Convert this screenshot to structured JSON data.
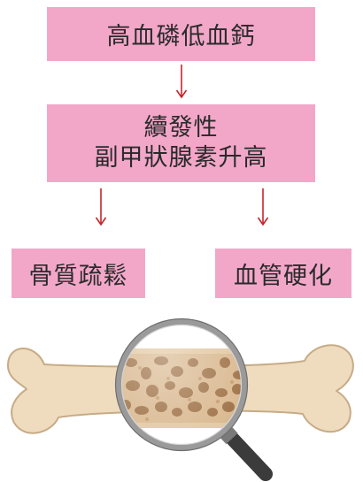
{
  "flow": {
    "top_label": "高血磷低血鈣",
    "middle_label_line1": "續發性",
    "middle_label_line2": "副甲狀腺素升高",
    "left_label": "骨質疏鬆",
    "right_label": "血管硬化"
  },
  "colors": {
    "box_fill": "#f2a7c9",
    "arrow": "#c8242c",
    "bone": "#efdcbf",
    "bone_outline": "#c7ab86",
    "magnifier_frame": "#9a9a9a",
    "handle": "#3b3b3b"
  },
  "icons": {
    "illustration": "bone-magnifier-illustration"
  }
}
